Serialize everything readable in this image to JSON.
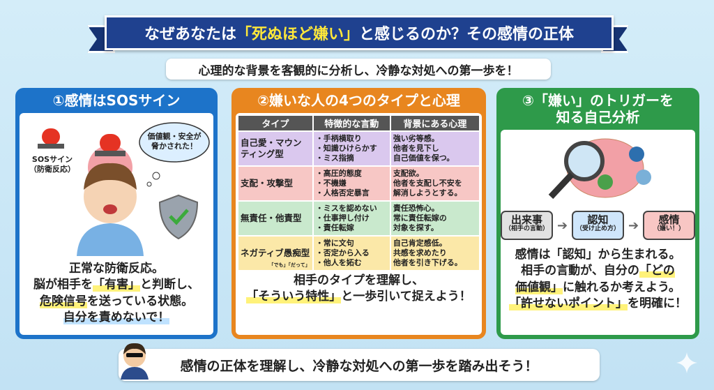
{
  "header": {
    "title_pre": "なぜあなたは",
    "title_highlight": "「死ぬほど嫌い」",
    "title_post": "と感じるのか？その感情の正体",
    "subtitle": "心理的な背景を客観的に分析し、冷静な対処への第一歩を！"
  },
  "colors": {
    "banner": "#1f418f",
    "panel1": "#1d73c9",
    "panel2": "#e8861f",
    "panel3": "#2e9a4a",
    "highlight": "#ffe83a"
  },
  "panel1": {
    "title": "①感情はSOSサイン",
    "sos_label_1": "SOSサイン",
    "sos_label_2": "（防衛反応）",
    "bubble_1": "価値観・安全が",
    "bubble_2": "脅かされた！",
    "line1": "正常な防衛反応。",
    "line2_pre": "脳が相手を",
    "line2_mark": "「有害」",
    "line2_post": "と判断し、",
    "line3_mark": "危険信号",
    "line3_post": "を送っている状態。",
    "line4": "自分を責めないで！"
  },
  "panel2": {
    "title": "②嫌いな人の4つのタイプと心理",
    "headers": [
      "タイプ",
      "特徴的な言動",
      "背景にある心理"
    ],
    "rows": [
      {
        "type": "自己愛・マウンティング型",
        "behaviors": "・手柄横取り\n・知識ひけらかす\n・ミス指摘",
        "psych": "強い劣等感。\n他者を見下し\n自己価値を保つ。",
        "color": "#dac8ee"
      },
      {
        "type": "支配・攻撃型",
        "behaviors": "・高圧的態度\n・不機嫌\n・人格否定暴言",
        "psych": "支配欲。\n他者を支配し不安を\n解消しようとする。",
        "color": "#f7c7c5"
      },
      {
        "type": "無責任・他責型",
        "behaviors": "・ミスを認めない\n・仕事押し付け\n・責任転嫁",
        "psych": "責任恐怖心。\n常に責任転嫁の\n対象を探す。",
        "color": "#c9e9cd"
      },
      {
        "type": "ネガティブ愚痴型",
        "behaviors": "・常に文句\n・否定から入る\n・他人を妬む",
        "psych": "自己肯定感低。\n共感を求めたり\n他者を引き下げる。",
        "color": "#fbe8a8"
      }
    ],
    "illus_caption": "「でも」「だって」",
    "line1": "相手のタイプを理解し、",
    "line2_mark": "「そういう特性」",
    "line2_post": "と一歩引いて捉えよう！"
  },
  "panel3": {
    "title_1": "③「嫌い」のトリガーを",
    "title_2": "知る自己分析",
    "flow": [
      {
        "label": "出来事",
        "sub": "（相手の言動）",
        "color": "#e2e2e2"
      },
      {
        "label": "認知",
        "sub": "（受け止め方）",
        "color": "#cfe6fb"
      },
      {
        "label": "感情",
        "sub": "（嫌い！）",
        "color": "#f8c6c4"
      }
    ],
    "line1": "感情は「認知」から生まれる。",
    "line2_pre": "相手の言動が、自分の",
    "line2_mark": "「どの",
    "line3_mark": "価値観」",
    "line3_post": "に触れるか考えよう。",
    "line4_mark": "「許せないポイント」",
    "line4_post": "を明確に！"
  },
  "footer": {
    "text": "感情の正体を理解し、冷静な対処への第一歩を踏み出そう！"
  }
}
